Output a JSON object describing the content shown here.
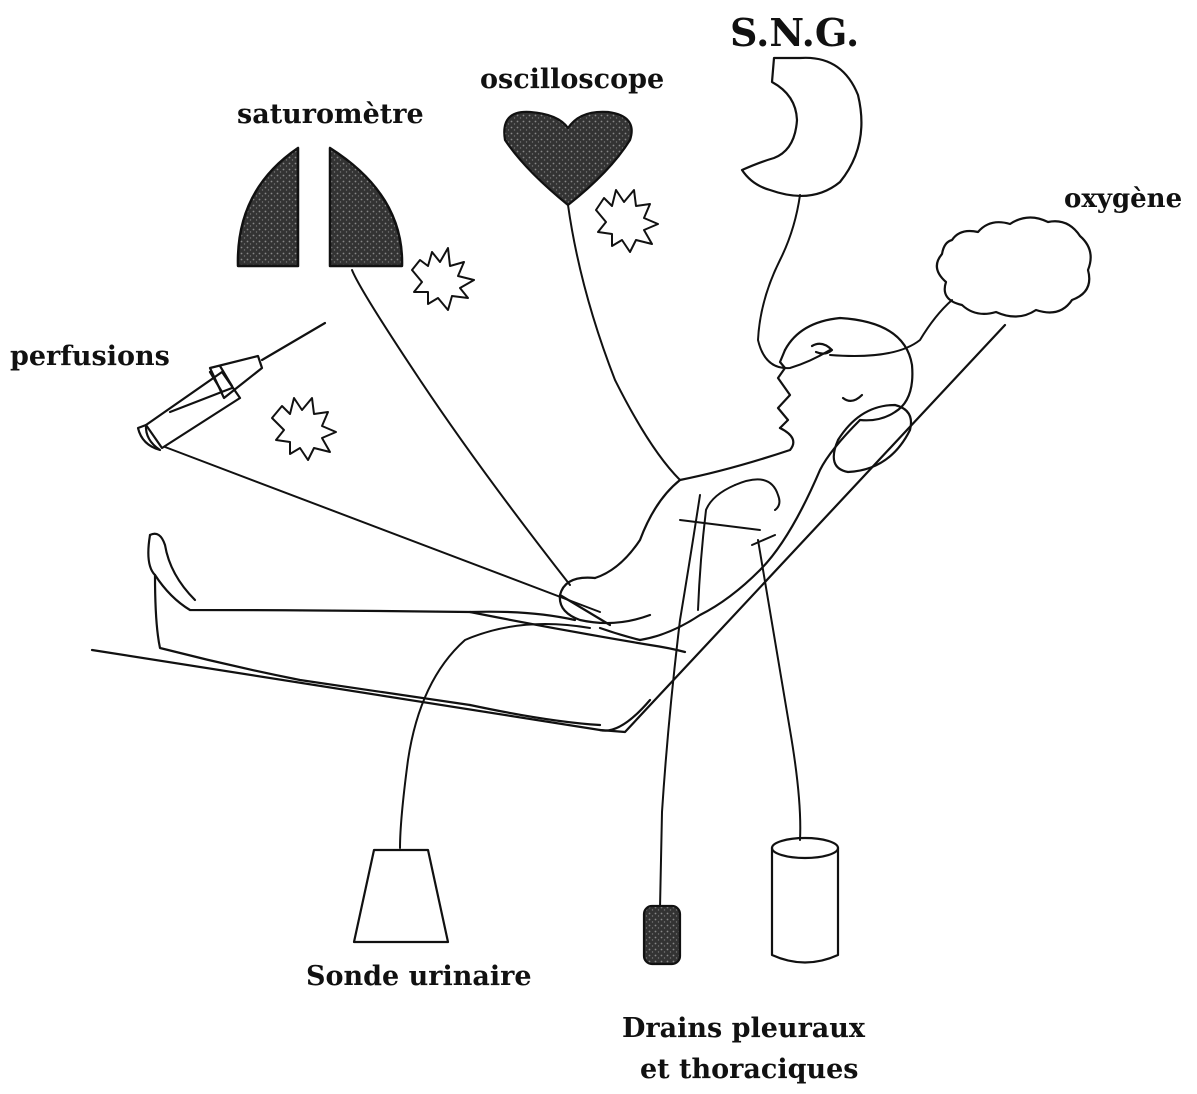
{
  "labels": {
    "sng": "S.N.G.",
    "oscilloscope": "oscilloscope",
    "saturometre": "saturomètre",
    "oxygene": "oxygène",
    "perfusions": "perfusions",
    "sonde_urinaire": "Sonde urinaire",
    "drains_line1": "Drains pleuraux",
    "drains_line2": "et thoraciques"
  },
  "colors": {
    "ink": "#111111",
    "fill_dark": "#2a2a2a",
    "background": "#ffffff"
  },
  "icons": [
    "lungs-icon",
    "heart-icon",
    "stomach-icon",
    "cloud-icon",
    "syringe-icon",
    "starburst-icon",
    "collection-bag-icon",
    "drain-bottle-icon"
  ]
}
